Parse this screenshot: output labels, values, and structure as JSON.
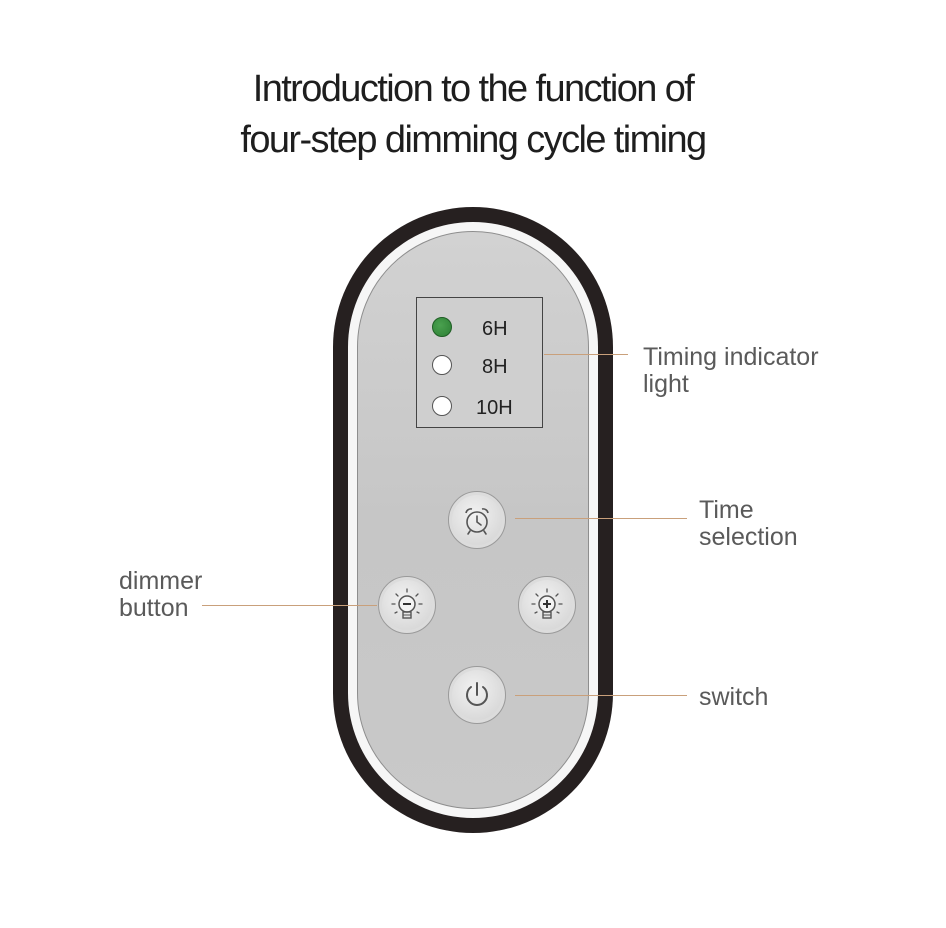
{
  "title": {
    "line1": "Introduction to the function of",
    "line2": "four-step dimming cycle timing"
  },
  "remote": {
    "indicators": [
      {
        "label": "6H",
        "state": "on",
        "color": "#3d9446"
      },
      {
        "label": "8H",
        "state": "off",
        "color": "#ffffff"
      },
      {
        "label": "10H",
        "state": "off",
        "color": "#ffffff"
      }
    ],
    "buttons": {
      "time": {
        "icon": "alarm-clock-icon"
      },
      "dim_down": {
        "icon": "bulb-minus-icon"
      },
      "dim_up": {
        "icon": "bulb-plus-icon"
      },
      "power": {
        "icon": "power-icon"
      }
    }
  },
  "callouts": {
    "timing_indicator": {
      "line1": "Timing indicator",
      "line2": "light"
    },
    "time_selection": {
      "line1": "Time",
      "line2": "selection"
    },
    "dimmer": {
      "line1": "dimmer",
      "line2": "button"
    },
    "switch": {
      "line1": "switch"
    }
  },
  "colors": {
    "remote_body": "#262020",
    "remote_face": "#cbcbcb",
    "callout_line": "#c9a07b",
    "callout_text": "#5a5a5a",
    "led_on": "#3d9446"
  }
}
